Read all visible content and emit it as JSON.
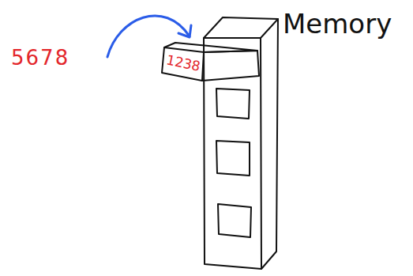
{
  "diagram": {
    "nodes": [
      {
        "text": [
          "Memory"
        ]
      },
      {
        "text": [
          "1238"
        ],
        "in": 0
      }
    ],
    "labels": [
      "5678"
    ]
  }
}
